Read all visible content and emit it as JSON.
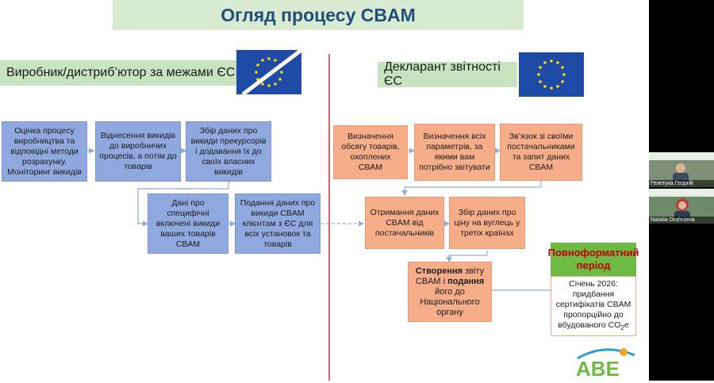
{
  "title": "Огляд процесу CBAM",
  "left_section": "Виробник/дистриб’ютор за межами ЄС",
  "right_section": "Декларант звітності ЄС",
  "left_boxes": [
    "Оцінка процесу виробництва та відповідні методи розрахунку. Моніторинг викидів",
    "Віднесення викидів до виробничих процесів, а потім до товарів",
    "Збір даних про викиди прекурсорів і додавання їх до своїх власних викидів",
    "Дані про специфічні включені викиди ваших товарів CBAM",
    "Подання даних про викиди CBAM клієнтам з ЄС для всіх установок та товарів"
  ],
  "right_boxes": [
    "Визначення обсягу товарів, охоплених CBAM",
    "Визначення всіх параметрів, за якими вам потрібно звітувати",
    "Зв’язок зі своїми постачальниками та запит даних CBAM",
    "Отримання даних CBAM від постачальників",
    "Збір даних про ціну на вуглець у третіх країнах"
  ],
  "final_box": {
    "bold1": "Створення",
    "text1": " звіту CBAM і ",
    "bold2": "подання",
    "text2": " його до Національного органу"
  },
  "full_period": {
    "heading": "Повноформатний період",
    "body": "Січень 2026: придбання сертифікатів CBAM пропорційно до вбудованого CO",
    "sub": "2",
    "suffix": "e"
  },
  "participants": [
    {
      "name": "Гелетуха Георгій"
    },
    {
      "name": "Natalia Drahnieva"
    }
  ],
  "logo_text": "ABE",
  "colors": {
    "title_bg": "#d9ead3",
    "title_text": "#1f4e79",
    "blue_box": "#8fa8de",
    "orange_box": "#f6ae8a",
    "green_heading": "#6dbb45",
    "red_text": "#c00000",
    "eu_flag": "#1f4aa6",
    "eu_stars": "#ffdd00"
  }
}
